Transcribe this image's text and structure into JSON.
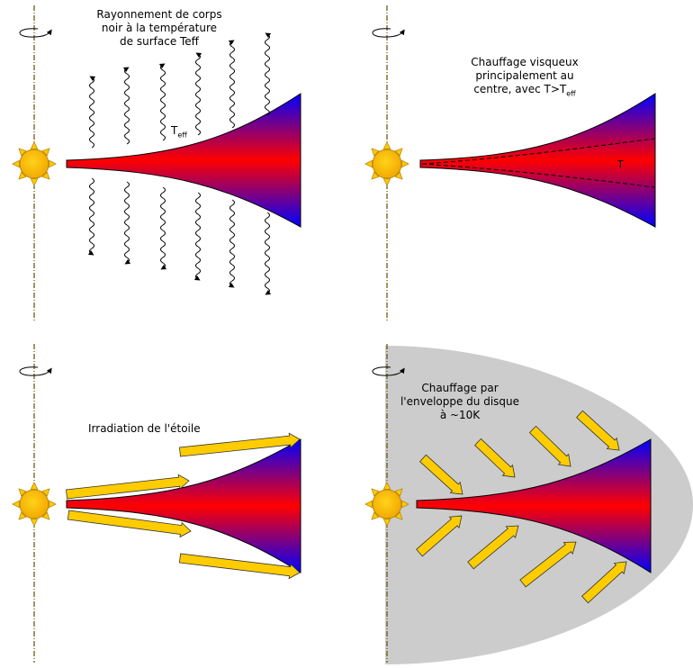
{
  "panels": [
    {
      "id": "blackbody",
      "caption": [
        "Rayonnement de corps",
        "noir à la température",
        "de surface Teff"
      ],
      "symbol": {
        "main": "T",
        "sub": "eff"
      }
    },
    {
      "id": "viscous",
      "caption": [
        "Chauffage visqueux",
        "principalement au",
        "centre, avec T>T"
      ],
      "caption_sub": "eff",
      "symbol": {
        "main": "T"
      }
    },
    {
      "id": "irradiation",
      "caption": [
        "Irradiation de l'étoile"
      ]
    },
    {
      "id": "envelope",
      "caption": [
        "Chauffage par",
        "l'enveloppe du disque",
        "à ~10K"
      ]
    }
  ],
  "colors": {
    "disk_center": "#ff0000",
    "disk_edge": "#0000ff",
    "star_fill": "#ffcc00",
    "star_outline": "#b8860b",
    "arrow_fill": "#ffcc00",
    "envelope": "#cccccc",
    "axis": "#5c5000"
  },
  "icons": [
    "rotation-arrow-icon",
    "star-icon",
    "wavy-photon-icon",
    "irradiation-arrow-icon"
  ]
}
